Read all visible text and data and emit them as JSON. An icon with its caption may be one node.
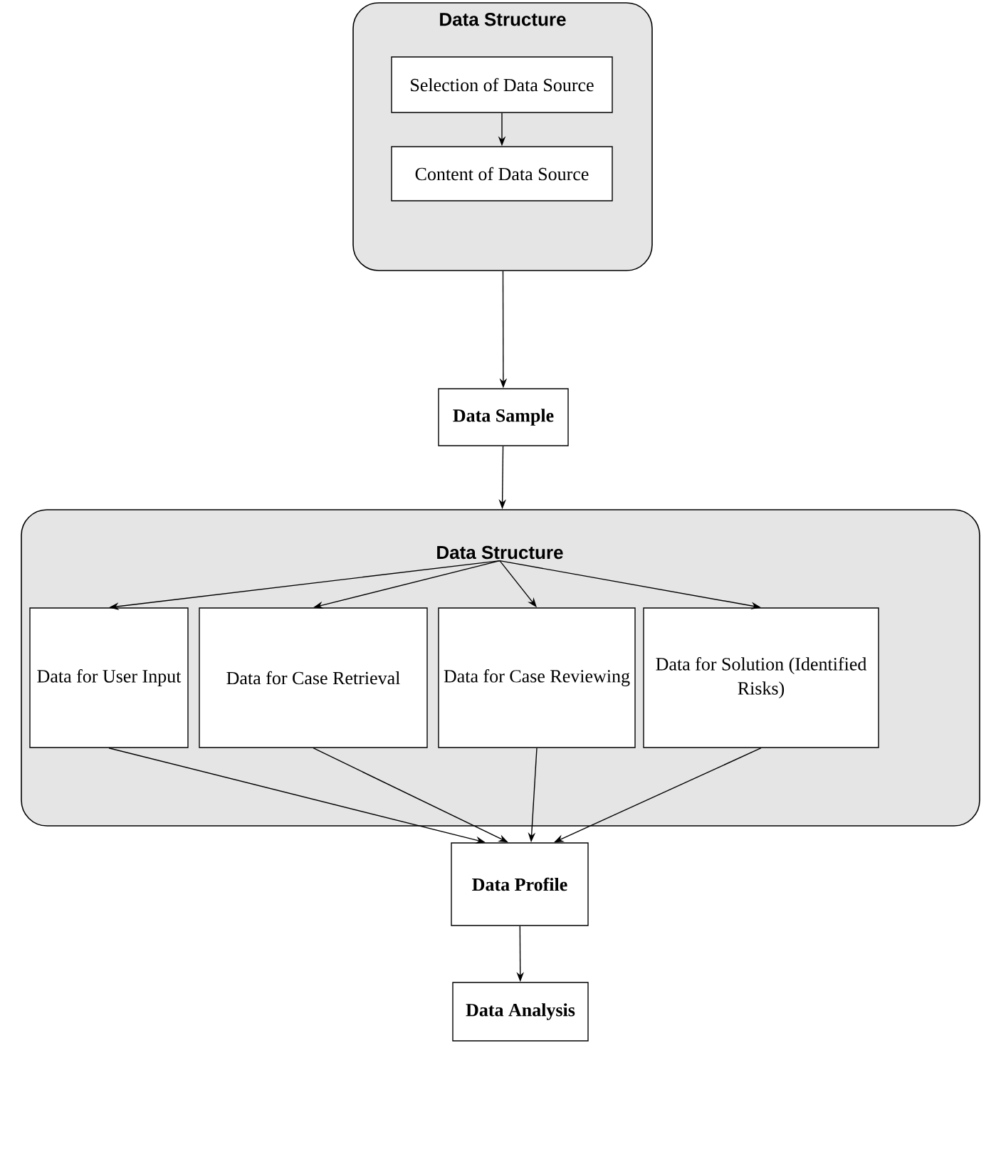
{
  "diagram": {
    "nodes": [
      {
        "text": [
          "Data Structure"
        ]
      },
      {
        "text": [
          "Selection of Data Source"
        ],
        "in": 0
      },
      {
        "text": [
          "Content of Data Source"
        ],
        "in": 0
      },
      {
        "text": [
          "Data Sample"
        ]
      },
      {
        "text": [],
        "shape": "box"
      },
      {
        "text": [
          "Data Structure"
        ],
        "in": 4
      },
      {
        "text": [
          "Data for User Input"
        ],
        "in": 4
      },
      {
        "text": [
          "Data for Case Retrieval"
        ],
        "in": 4
      },
      {
        "text": [
          "Data for Case Reviewing"
        ],
        "in": 4
      },
      {
        "text": [
          "Data for Solution (Identified Risks)"
        ],
        "in": 4
      },
      {
        "text": [
          "Data Profile"
        ]
      },
      {
        "text": [
          "Data Analysis"
        ]
      }
    ],
    "edges": [
      {
        "from": 1,
        "to": 2,
        "arrow": "to"
      },
      {
        "from": 0,
        "to": 3,
        "arrow": "to"
      },
      {
        "from": 3,
        "to": 4,
        "arrow": "to"
      },
      {
        "from": 5,
        "to": 6,
        "arrow": "to"
      },
      {
        "from": 5,
        "to": 7,
        "arrow": "to"
      },
      {
        "from": 5,
        "to": 8,
        "arrow": "to"
      },
      {
        "from": 5,
        "to": 9,
        "arrow": "to"
      },
      {
        "from": 6,
        "to": 10,
        "arrow": "to"
      },
      {
        "from": 7,
        "to": 10,
        "arrow": "to"
      },
      {
        "from": 8,
        "to": 10,
        "arrow": "to"
      },
      {
        "from": 9,
        "to": 10,
        "arrow": "to"
      },
      {
        "from": 10,
        "to": 11,
        "arrow": "to"
      }
    ]
  }
}
